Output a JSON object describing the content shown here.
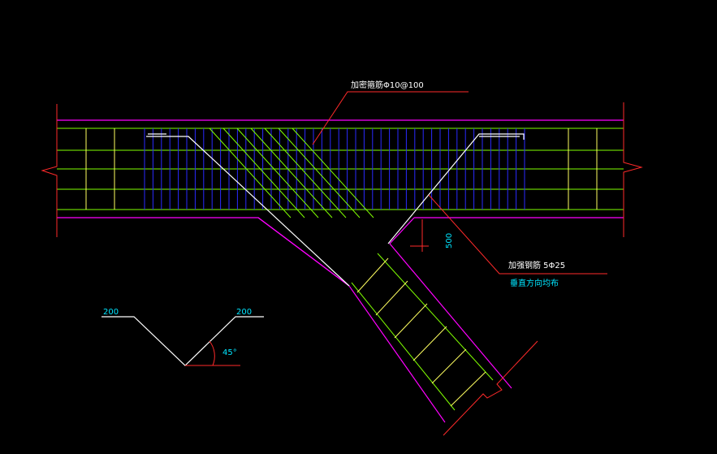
{
  "colors": {
    "background": "#000000",
    "beam_outline": "#ff00ff",
    "longitudinal_bar": "#80ff00",
    "stirrup_blue": "#2020ff",
    "stirrup_yellow": "#ffff60",
    "hanger_bar": "#ffffff",
    "break_line": "#ff2020",
    "annotation_text": "#00e5ff"
  },
  "labels": {
    "dense_stirrup": "加密箍筋Φ10@100",
    "hanger_bar": "加强钢筋 5Φ25",
    "hanger_note": "垂直方向均布",
    "offset_dim": "500"
  },
  "bend_detail": {
    "left_length": "200",
    "right_length": "200",
    "angle": "45°"
  }
}
